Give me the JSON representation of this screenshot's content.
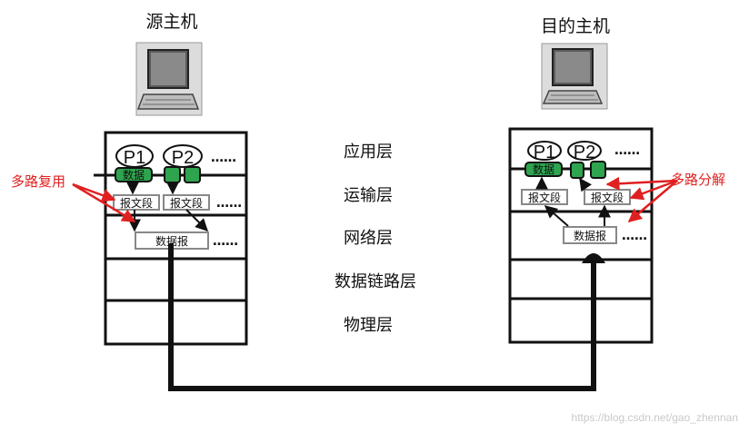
{
  "source_host": {
    "title": "源主机",
    "p1": "P1",
    "p2": "P2",
    "data": "数据",
    "segment_1": "报文段",
    "segment_2": "报文段",
    "datagram": "数据报",
    "more_1": "……",
    "more_2": "……",
    "more_3": "……"
  },
  "dest_host": {
    "title": "目的主机",
    "p1": "P1",
    "p2": "P2",
    "data": "数据",
    "segment_1": "报文段",
    "segment_2": "报文段",
    "datagram": "数据报",
    "more_1": "……",
    "more_2": "……"
  },
  "layers": [
    "应用层",
    "运输层",
    "网络层",
    "数据链路层",
    "物理层"
  ],
  "annotations": {
    "multiplexing": "多路复用",
    "demultiplexing": "多路分解"
  },
  "watermark": "https://blog.csdn.net/gao_zhennan",
  "icons": [
    "computer-icon"
  ],
  "colors": {
    "socket_green": "#2ea44f",
    "annotation_red": "#e02020",
    "stack_black": "#111111",
    "box_gray": "#888888"
  }
}
